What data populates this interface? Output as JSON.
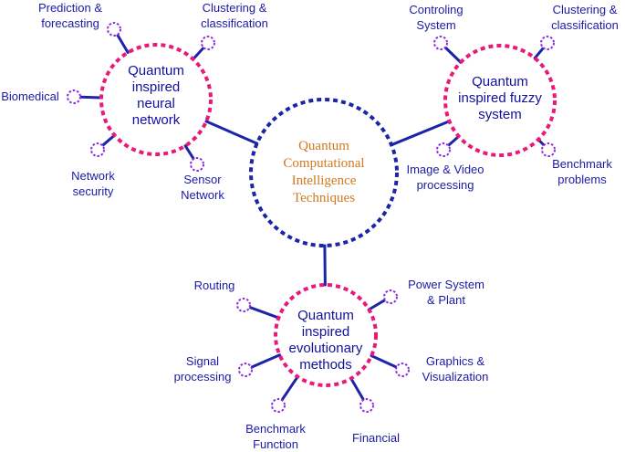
{
  "colors": {
    "edge": "#1c24a8",
    "hub_ring": "#e8197a",
    "center_ring": "#1c24a8",
    "leaf_ring": "#8a2be2",
    "hub_text": "#10109c",
    "center_text": "#d2781e",
    "label_text": "#1a1aa6"
  },
  "center": {
    "lines": [
      "Quantum",
      "Computational",
      "Intelligence",
      "Techniques"
    ]
  },
  "hubs": [
    {
      "id": "neural",
      "title_lines": [
        "Quantum",
        "inspired",
        "neural",
        "network"
      ],
      "leaves": [
        {
          "label_lines": [
            "Prediction &",
            "forecasting"
          ]
        },
        {
          "label_lines": [
            "Clustering &",
            "classification"
          ]
        },
        {
          "label_lines": [
            "Biomedical"
          ]
        },
        {
          "label_lines": [
            "Network",
            "security"
          ]
        },
        {
          "label_lines": [
            "Sensor",
            "Network"
          ]
        }
      ]
    },
    {
      "id": "fuzzy",
      "title_lines": [
        "Quantum",
        "inspired fuzzy",
        "system"
      ],
      "leaves": [
        {
          "label_lines": [
            "Controling",
            "System"
          ]
        },
        {
          "label_lines": [
            "Clustering &",
            "classification"
          ]
        },
        {
          "label_lines": [
            "Image & Video",
            "processing"
          ]
        },
        {
          "label_lines": [
            "Benchmark",
            "problems"
          ]
        }
      ]
    },
    {
      "id": "evolutionary",
      "title_lines": [
        "Quantum",
        "inspired",
        "evolutionary",
        "methods"
      ],
      "leaves": [
        {
          "label_lines": [
            "Routing"
          ]
        },
        {
          "label_lines": [
            "Power System",
            "& Plant"
          ]
        },
        {
          "label_lines": [
            "Signal",
            "processing"
          ]
        },
        {
          "label_lines": [
            "Graphics &",
            "Visualization"
          ]
        },
        {
          "label_lines": [
            "Benchmark",
            "Function"
          ]
        },
        {
          "label_lines": [
            "Financial"
          ]
        }
      ]
    }
  ]
}
